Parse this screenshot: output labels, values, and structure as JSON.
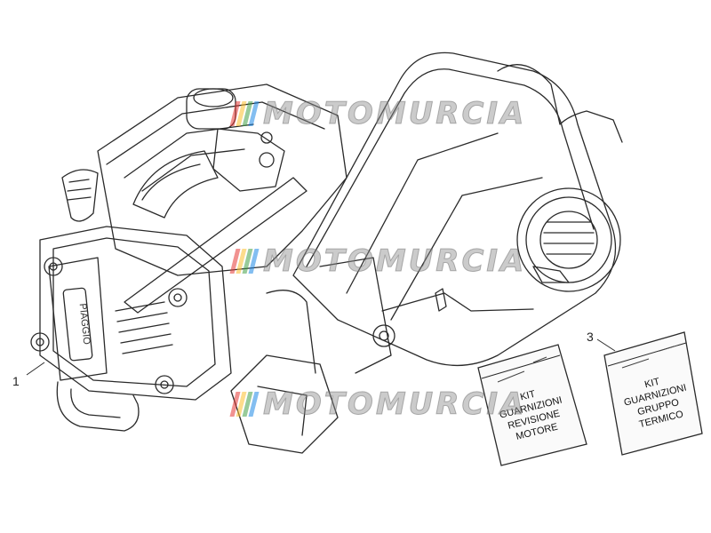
{
  "callouts": {
    "engine": "1",
    "gasket_kit_thermal": "3"
  },
  "kits": {
    "engine_overhaul": [
      "KIT",
      "GUARNIZIONI",
      "REVISIONE",
      "MOTORE"
    ],
    "thermal_group": [
      "KIT",
      "GUARNIZIONI",
      "GRUPPO",
      "TERMICO"
    ]
  },
  "watermark": {
    "text": "MOTOMURCIA",
    "bar_colors": [
      "#e53935",
      "#fbc02d",
      "#43a047",
      "#1e88e5"
    ]
  },
  "engine_cover_text": "PIAGGIO",
  "colors": {
    "line": "#2a2a2a",
    "background": "#ffffff"
  }
}
